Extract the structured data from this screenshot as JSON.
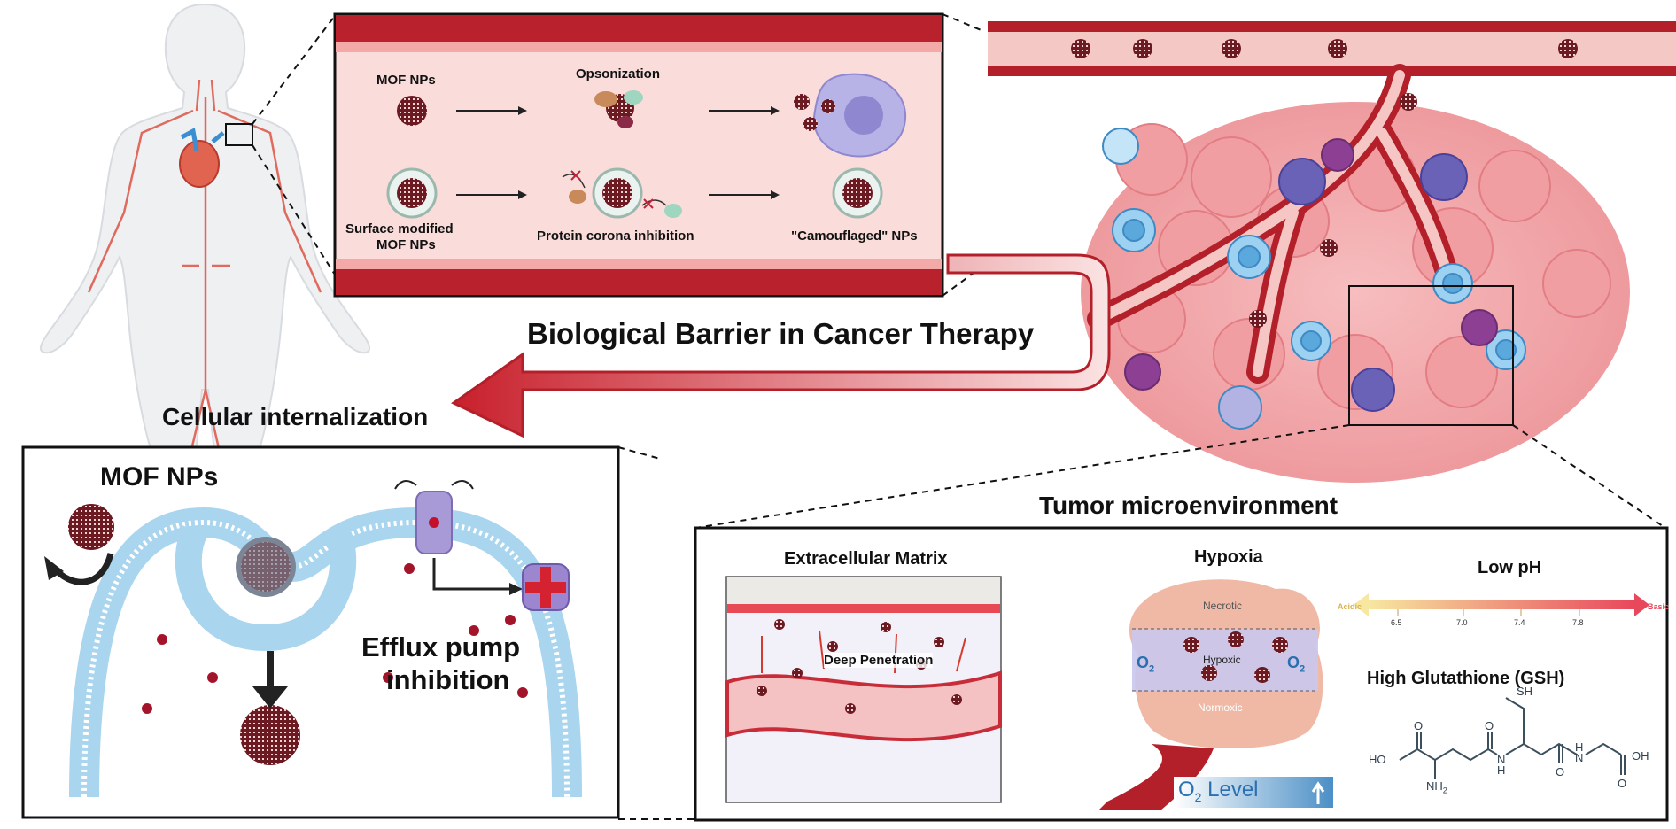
{
  "top_panel": {
    "row1_left": "MOF NPs",
    "row1_mid": "Opsonization",
    "row2_left_1": "Surface modified",
    "row2_left_2": "MOF NPs",
    "row2_mid": "Protein corona inhibition",
    "row2_right": "\"Camouflaged\" NPs"
  },
  "banner": {
    "title": "Biological Barrier in Cancer Therapy",
    "arrow_label": "Cellular internalization"
  },
  "tumor": {
    "title": "Tumor microenvironment"
  },
  "cell_panel": {
    "title": "MOF NPs",
    "efflux_1": "Efflux pump",
    "efflux_2": "inhibition"
  },
  "tme_panel": {
    "ecm_title": "Extracellular Matrix",
    "ecm_label": "Deep Penetration",
    "hypoxia_title": "Hypoxia",
    "necrotic": "Necrotic",
    "hypoxic": "Hypoxic",
    "normoxic": "Normoxic",
    "o2_left": "O",
    "o2_sub": "2",
    "o2_level": "O",
    "o2_level_sub": "2",
    "o2_level_word": "Level",
    "ph_title": "Low pH",
    "ph_acidic": "Acidic",
    "ph_basic": "Basic",
    "ph_ticks": [
      "6.5",
      "7.0",
      "7.4",
      "7.8"
    ],
    "gsh_title": "High Glutathione (GSH)",
    "gsh_labels": {
      "s": "S",
      "h": "H",
      "ho_left": "HO",
      "nh2": "NH",
      "nh2_sub": "2",
      "n1": "N",
      "h1": "H",
      "n2": "N",
      "h2": "H",
      "oh_right": "OH",
      "o": "O"
    }
  },
  "colors": {
    "vessel": "#b3202a",
    "vessel_light": "#f6d3d0",
    "tumor_cell": "#f2a1a4",
    "immune_cell": "#7ab6df",
    "macrophage": "#8b5aa8",
    "membrane": "#a9d5ee",
    "arrow": "#d43c44"
  }
}
